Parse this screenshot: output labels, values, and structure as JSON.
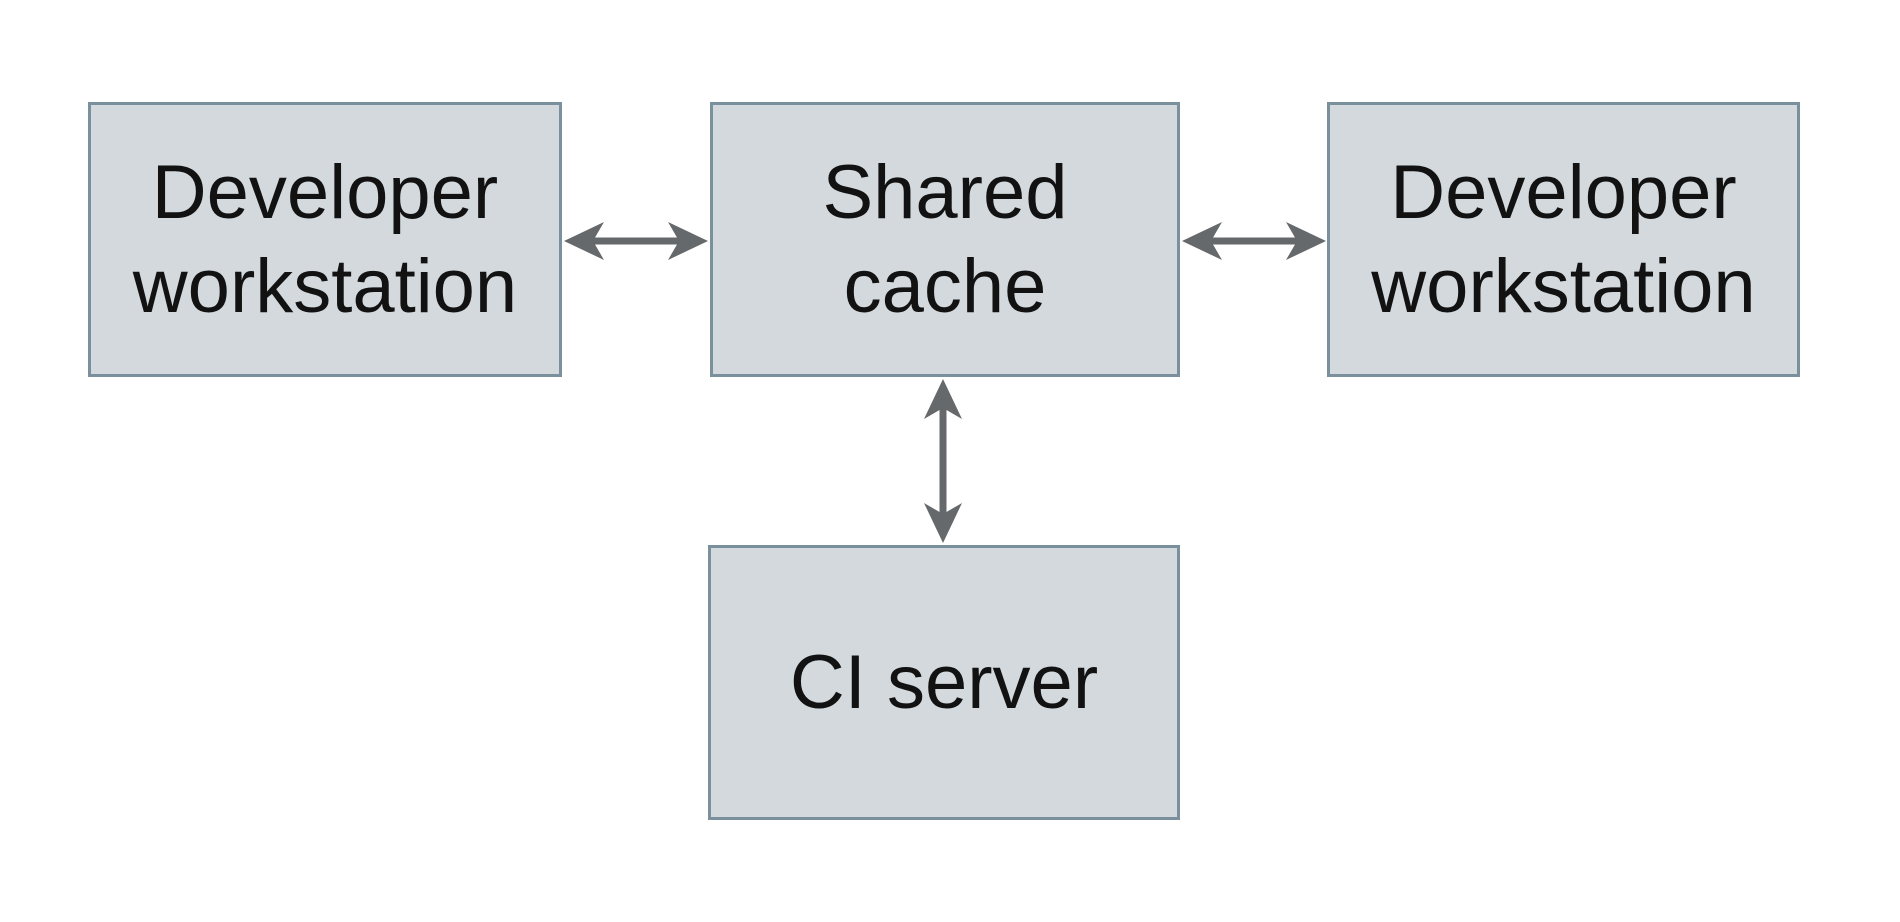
{
  "diagram": {
    "nodes": {
      "dev_left": {
        "id": "developer-workstation-left",
        "lines": [
          "Developer",
          "workstation"
        ],
        "label": "Developer workstation"
      },
      "shared": {
        "id": "shared-cache",
        "lines": [
          "Shared",
          "cache"
        ],
        "label": "Shared cache"
      },
      "dev_right": {
        "id": "developer-workstation-right",
        "lines": [
          "Developer",
          "workstation"
        ],
        "label": "Developer workstation"
      },
      "ci_server": {
        "id": "ci-server",
        "lines": [
          "CI server"
        ],
        "label": "CI server"
      }
    },
    "edges": [
      {
        "from": "developer-workstation-left",
        "to": "shared-cache",
        "direction": "bidirectional",
        "orientation": "horizontal"
      },
      {
        "from": "shared-cache",
        "to": "developer-workstation-right",
        "direction": "bidirectional",
        "orientation": "horizontal"
      },
      {
        "from": "shared-cache",
        "to": "ci-server",
        "direction": "bidirectional",
        "orientation": "vertical"
      }
    ],
    "colors": {
      "background": "#ffffff",
      "node_fill": "#d3d9dc",
      "node_border": "#7a909d",
      "arrow": "#66696b",
      "text": "#121212"
    }
  }
}
